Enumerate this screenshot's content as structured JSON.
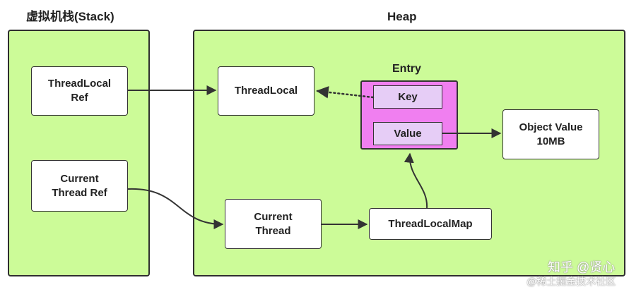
{
  "stack": {
    "title": "虚拟机栈(Stack)",
    "threadlocal_ref": "ThreadLocal\nRef",
    "current_thread_ref": "Current\nThread Ref"
  },
  "heap": {
    "title": "Heap",
    "threadlocal": "ThreadLocal",
    "current_thread": "Current\nThread",
    "threadlocalmap": "ThreadLocalMap",
    "entry": {
      "label": "Entry",
      "key": "Key",
      "value": "Value"
    },
    "object_value": "Object Value\n10MB"
  },
  "watermark": {
    "line1": "知乎 @贤心",
    "line2": "@稀土掘金技术社区"
  }
}
